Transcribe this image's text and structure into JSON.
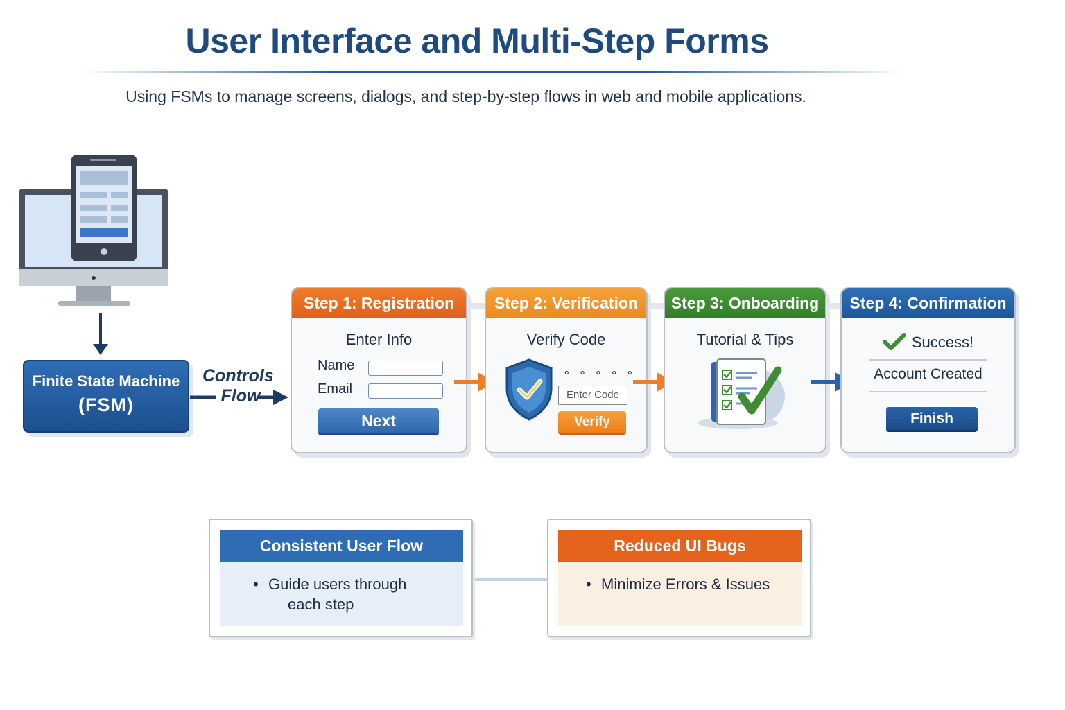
{
  "title": "User Interface and Multi-Step Forms",
  "subtitle": "Using FSMs to manage screens, dialogs, and step-by-step flows in web and mobile applications.",
  "fsm": {
    "line1": "Finite State Machine",
    "line2": "(FSM)"
  },
  "controls_flow": {
    "line1": "Controls",
    "line2": "Flow"
  },
  "steps": [
    {
      "title": "Step 1: Registration",
      "subtitle": "Enter Info",
      "name_label": "Name",
      "email_label": "Email",
      "button": "Next",
      "color": "#e8681f"
    },
    {
      "title": "Step 2: Verification",
      "subtitle": "Verify Code",
      "code_dots": "⚬ ⚬ ⚬ ⚬ ⚬",
      "code_placeholder": "Enter Code",
      "button": "Verify",
      "color": "#f09129"
    },
    {
      "title": "Step 3: Onboarding",
      "subtitle": "Tutorial & Tips",
      "color": "#3e8c33"
    },
    {
      "title": "Step 4: Confirmation",
      "success": "Success!",
      "status": "Account Created",
      "button": "Finish",
      "color": "#2563a8"
    }
  ],
  "benefits": [
    {
      "title": "Consistent User Flow",
      "bullet_line1": "Guide users through",
      "bullet_line2": "each step",
      "color": "#2e6db3"
    },
    {
      "title": "Reduced UI Bugs",
      "bullet": "Minimize Errors & Issues",
      "color": "#e4641d"
    }
  ]
}
